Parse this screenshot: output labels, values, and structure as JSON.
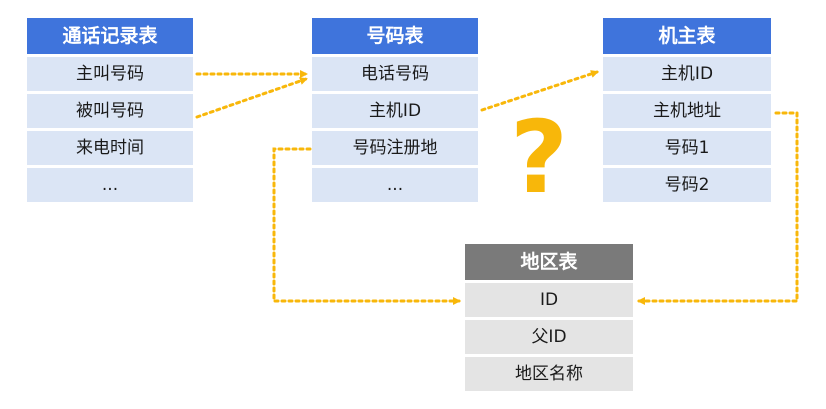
{
  "tables": {
    "call_records": {
      "title": "通话记录表",
      "rows": [
        "主叫号码",
        "被叫号码",
        "来电时间",
        "..."
      ]
    },
    "numbers": {
      "title": "号码表",
      "rows": [
        "电话号码",
        "主机ID",
        "号码注册地",
        "..."
      ]
    },
    "hosts": {
      "title": "机主表",
      "rows": [
        "主机ID",
        "主机地址",
        "号码1",
        "号码2"
      ]
    },
    "regions": {
      "title": "地区表",
      "rows": [
        "ID",
        "父ID",
        "地区名称"
      ]
    }
  },
  "question_mark": "?",
  "colors": {
    "header_blue": "#3f74dc",
    "row_blue": "#dbe5f5",
    "header_gray": "#7a7a7a",
    "row_gray": "#e4e4e4",
    "connector": "#f8b70a"
  }
}
